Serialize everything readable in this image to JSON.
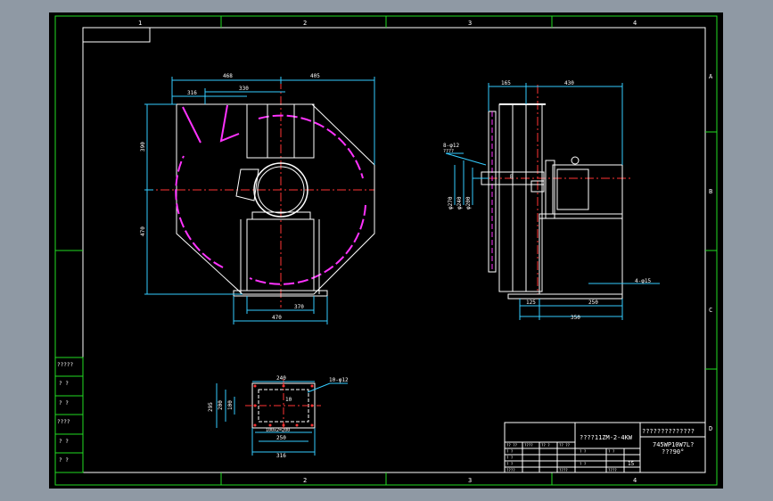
{
  "frame": {
    "columns": [
      "1",
      "2",
      "3",
      "4"
    ],
    "rows": [
      "A",
      "B",
      "C",
      "D"
    ]
  },
  "colors": {
    "background": "#8f99a4",
    "paper": "#000000",
    "border": "#22dd22",
    "outline": "#ffffff",
    "dimension": "#33ccff",
    "centerline": "#ff3333",
    "hidden": "#ff33ff"
  },
  "front_view": {
    "dims": {
      "top_total": "468",
      "top_right": "405",
      "top_left": "316",
      "top_inner": "330",
      "left_upper": "390",
      "left_lower": "470",
      "base_inner": "370",
      "base_outer": "470"
    }
  },
  "side_view": {
    "dims": {
      "top_left": "165",
      "top_right": "430",
      "holes": "8-φ12",
      "holes_sub": "????",
      "dia1": "φ270",
      "dia2": "φ240",
      "dia3": "φ200",
      "b_mark": "B",
      "foot_holes": "4-φ15",
      "bottom_left": "125",
      "bottom_mid": "250",
      "bottom_total": "350"
    }
  },
  "flange_view": {
    "dims": {
      "top": "240",
      "holes": "10-φ12",
      "center": "10",
      "left_outer": "295",
      "left_mid": "200",
      "left_inner": "100",
      "spacing": "100x2=200",
      "inner_width": "250",
      "outer_width": "316"
    }
  },
  "left_table": {
    "rows": [
      "?????",
      "?  ?",
      "?  ?",
      "????",
      "?  ?",
      "?  ?"
    ]
  },
  "title_block": {
    "header": "??????????????",
    "drawing_title": "????11ZM-2-4KW",
    "subtitle_line1": "745WP10W7L?",
    "subtitle_line2": "???90°",
    "small_cells": [
      "?  ?",
      "?  ?",
      "?  ?",
      "????",
      "????",
      "?  ?",
      "?  ?",
      "?  ?",
      "????"
    ],
    "small_headers": [
      "?? ??",
      "????",
      "?? ?",
      "?? ??"
    ],
    "quantity": "15"
  }
}
